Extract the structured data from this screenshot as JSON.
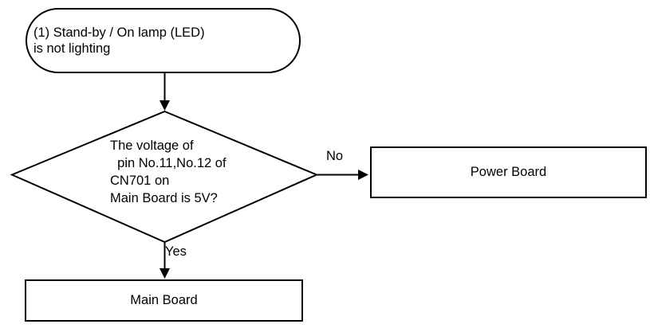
{
  "flowchart": {
    "title_hint": "LED troubleshooting flowchart",
    "start": {
      "text": "(1) Stand-by / On lamp (LED)\nis not lighting"
    },
    "decision": {
      "text": "The voltage of\n  pin No.11,No.12 of\nCN701 on\nMain Board is 5V?"
    },
    "branches": {
      "no_label": "No",
      "yes_label": "Yes"
    },
    "outcomes": {
      "no_box": "Power Board",
      "yes_box": "Main Board"
    },
    "colors": {
      "stroke": "#000000",
      "fill": "#ffffff",
      "text": "#000000",
      "background": "#ffffff"
    }
  }
}
